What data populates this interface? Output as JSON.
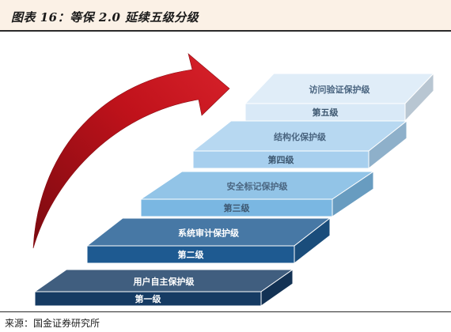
{
  "header": {
    "title": "图表 16：等保 2.0 延续五级分级"
  },
  "levels": [
    {
      "front_label": "第一级",
      "top_label": "用户自主保护级",
      "color": "#163b63"
    },
    {
      "front_label": "第二级",
      "top_label": "系统审计保护级",
      "color": "#1e5a91"
    },
    {
      "front_label": "第三级",
      "top_label": "安全标记保护级",
      "color": "#7ab7e2"
    },
    {
      "front_label": "第四级",
      "top_label": "结构化保护级",
      "color": "#a7cfee"
    },
    {
      "front_label": "第五级",
      "top_label": "访问验证保护级",
      "color": "#d9e9f7"
    }
  ],
  "arrow": {
    "color": "#c0121b"
  },
  "footer": {
    "source": "来源：国金证券研究所"
  }
}
